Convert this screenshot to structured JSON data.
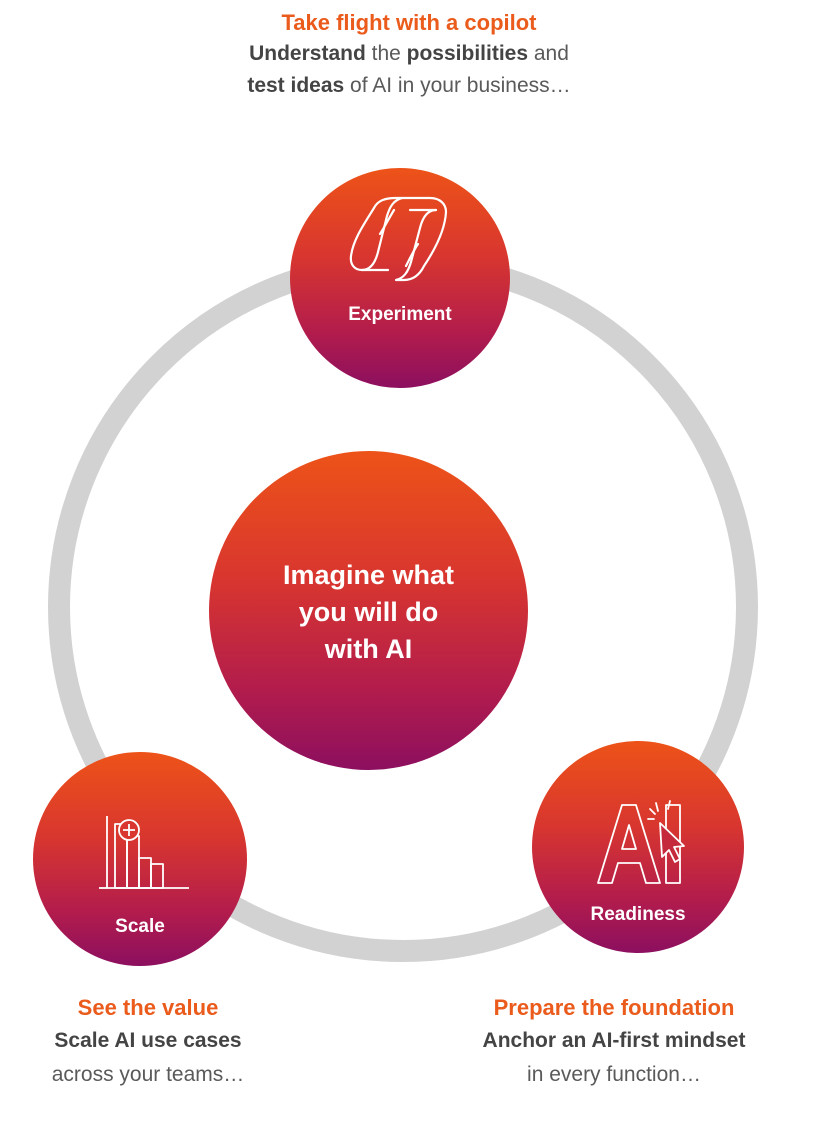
{
  "top": {
    "heading": "Take flight with a copilot",
    "line2": [
      {
        "text": "Understand",
        "bold": true
      },
      {
        "text": " the ",
        "bold": false
      },
      {
        "text": "possibilities",
        "bold": true
      },
      {
        "text": " and",
        "bold": false
      }
    ],
    "line3": [
      {
        "text": "test ideas",
        "bold": true
      },
      {
        "text": " of AI in your business…",
        "bold": false
      }
    ]
  },
  "center": {
    "lines": [
      "Imagine what",
      "you will do",
      "with AI"
    ]
  },
  "circles": {
    "experiment": {
      "label": "Experiment",
      "icon": "copilot-logo-icon"
    },
    "scale": {
      "label": "Scale",
      "icon": "bar-chart-plus-icon"
    },
    "readiness": {
      "label": "Readiness",
      "icon": "ai-cursor-icon"
    }
  },
  "bottom_left": {
    "heading": "See the value",
    "line2": "Scale AI use cases",
    "line3": "across your teams…"
  },
  "bottom_right": {
    "heading": "Prepare the foundation",
    "line2": "Anchor an AI-first mindset",
    "line3": "in every function…"
  },
  "colors": {
    "accent_orange": "#EA5B1C",
    "gradient_top": "#ED5318",
    "gradient_bottom": "#8C0F5F",
    "ring_gray": "#D2D2D2"
  }
}
